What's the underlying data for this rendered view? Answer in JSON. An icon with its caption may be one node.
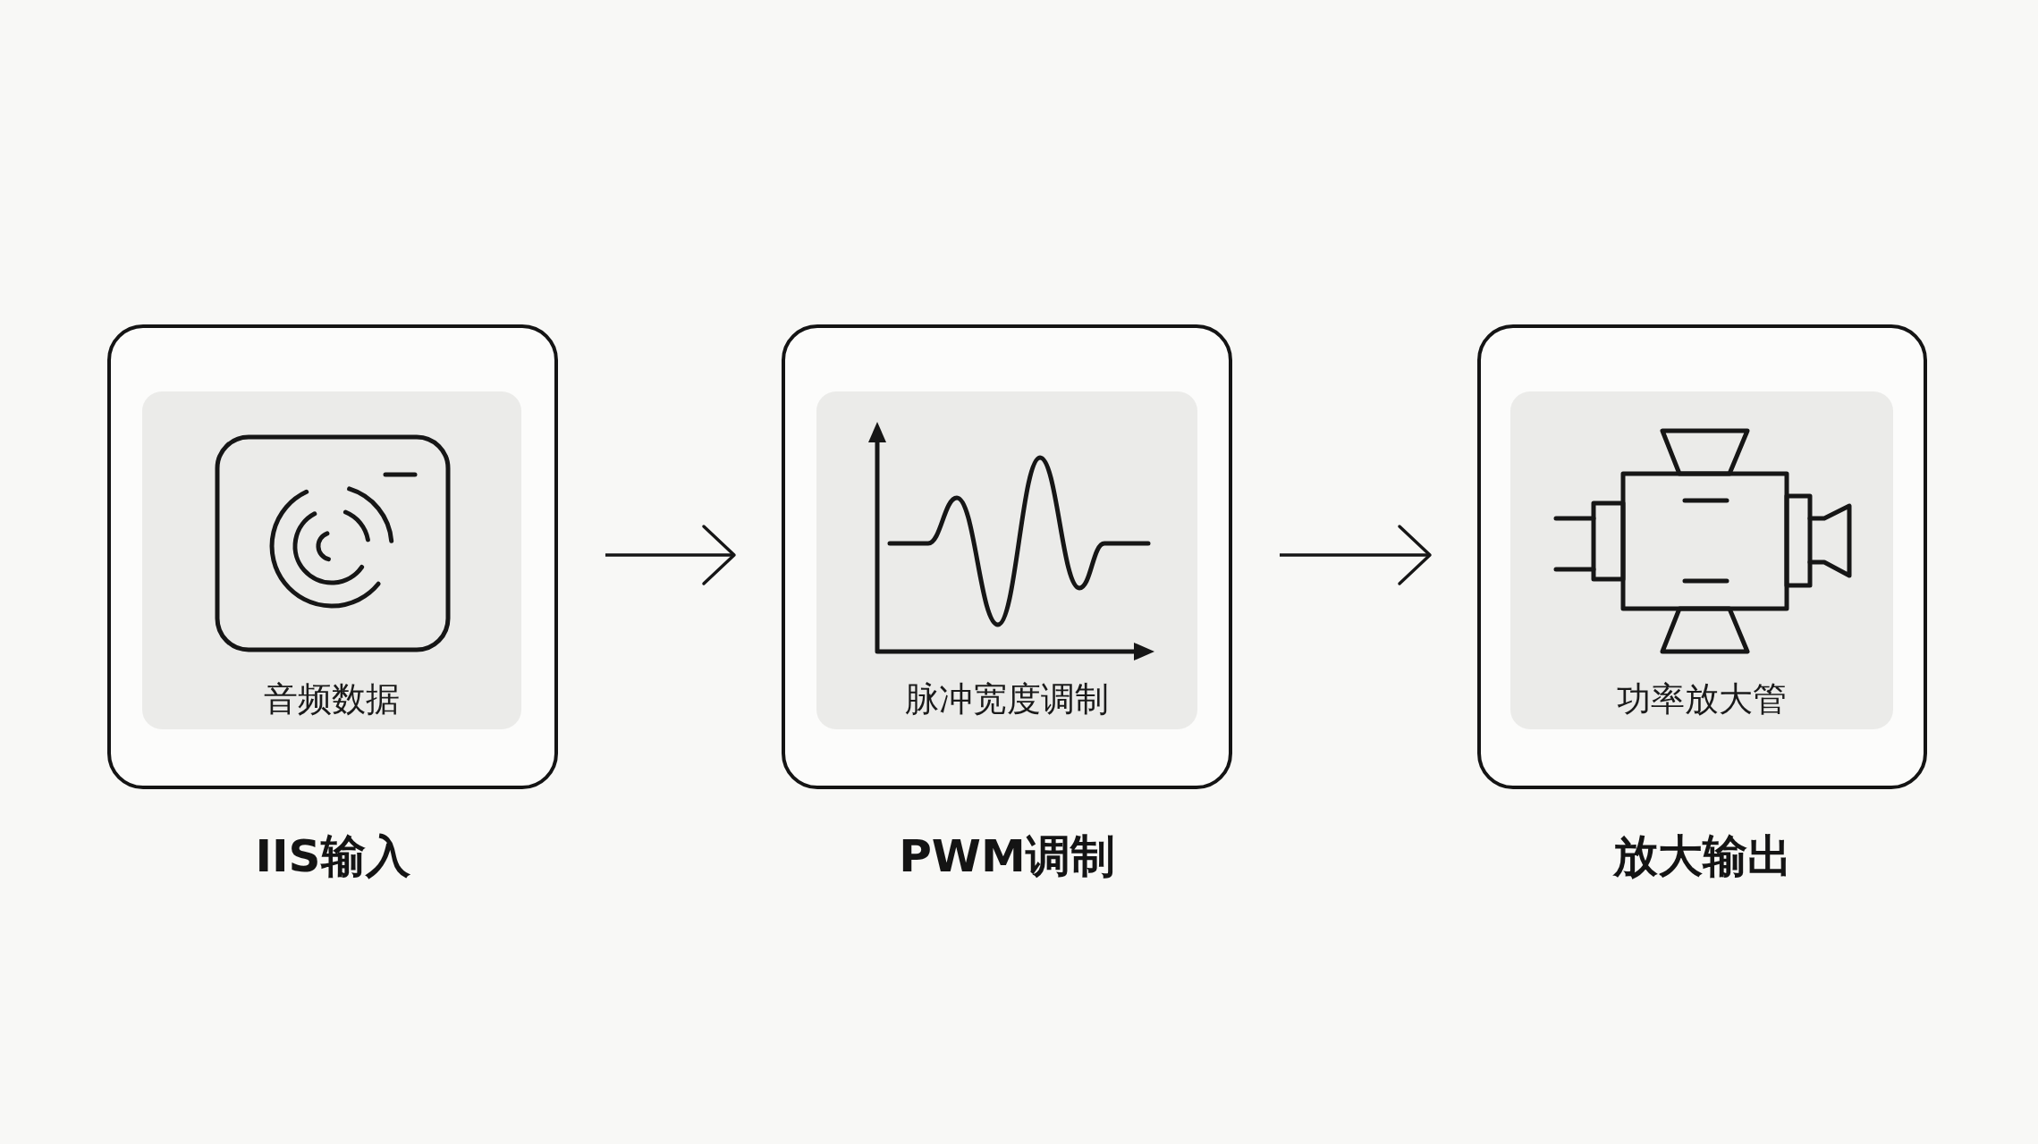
{
  "diagram": {
    "nodes": [
      {
        "text": [
          "IIS输入"
        ]
      },
      {
        "text": [
          "音频数据"
        ],
        "in": 0
      },
      {
        "text": [
          "PWM调制"
        ]
      },
      {
        "text": [
          "脉冲宽度调制"
        ],
        "in": 2
      },
      {
        "text": [
          "放大输出"
        ]
      },
      {
        "text": [
          "功率放大管"
        ],
        "in": 4
      }
    ],
    "edges": [
      {
        "from": 0,
        "to": 2,
        "arrow": "to"
      },
      {
        "from": 2,
        "to": 4,
        "arrow": "to"
      }
    ]
  }
}
